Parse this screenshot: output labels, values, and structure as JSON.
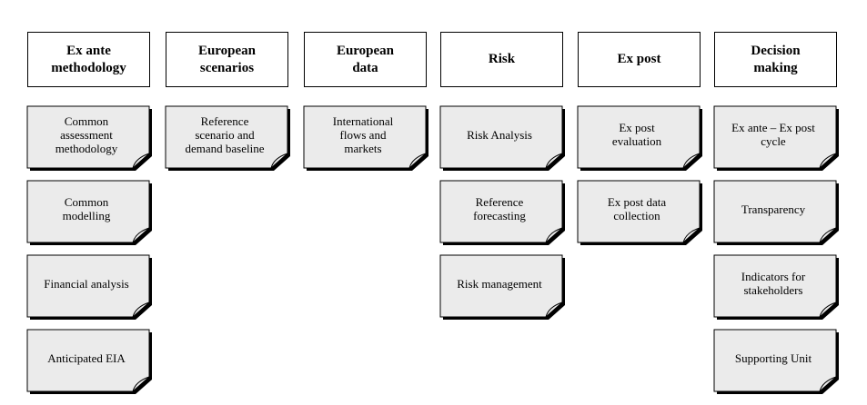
{
  "columns": [
    {
      "header": "Ex ante\nmethodology",
      "items": [
        "Common\nassessment\nmethodology",
        "Common\nmodelling",
        "Financial analysis",
        "Anticipated EIA"
      ]
    },
    {
      "header": "European\nscenarios",
      "items": [
        "Reference\nscenario and\ndemand baseline"
      ]
    },
    {
      "header": "European\ndata",
      "items": [
        "International\nflows and\nmarkets"
      ]
    },
    {
      "header": "Risk",
      "items": [
        "Risk Analysis",
        "Reference\nforecasting",
        "Risk management"
      ]
    },
    {
      "header": "Ex post",
      "items": [
        "Ex post\nevaluation",
        "Ex post data\ncollection"
      ]
    },
    {
      "header": "Decision\nmaking",
      "items": [
        "Ex ante – Ex post\ncycle",
        "Transparency",
        "Indicators for\nstakeholders",
        "Supporting Unit"
      ]
    }
  ],
  "colors": {
    "note_fill": "#ebebeb",
    "border": "#000000"
  }
}
